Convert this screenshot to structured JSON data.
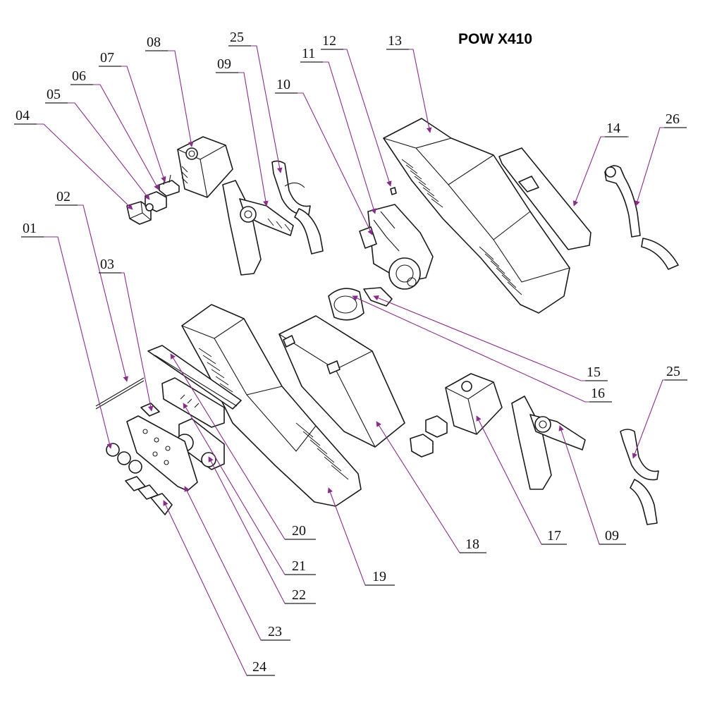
{
  "title": "POW X410",
  "callouts": [
    {
      "id": "c01",
      "label": "01"
    },
    {
      "id": "c02",
      "label": "02"
    },
    {
      "id": "c03",
      "label": "03"
    },
    {
      "id": "c04",
      "label": "04"
    },
    {
      "id": "c05",
      "label": "05"
    },
    {
      "id": "c06",
      "label": "06"
    },
    {
      "id": "c07",
      "label": "07"
    },
    {
      "id": "c08",
      "label": "08"
    },
    {
      "id": "c09a",
      "label": "09"
    },
    {
      "id": "c25a",
      "label": "25"
    },
    {
      "id": "c10",
      "label": "10"
    },
    {
      "id": "c11",
      "label": "11"
    },
    {
      "id": "c12",
      "label": "12"
    },
    {
      "id": "c13",
      "label": "13"
    },
    {
      "id": "c14",
      "label": "14"
    },
    {
      "id": "c26",
      "label": "26"
    },
    {
      "id": "c15",
      "label": "15"
    },
    {
      "id": "c16",
      "label": "16"
    },
    {
      "id": "c25b",
      "label": "25"
    },
    {
      "id": "c20",
      "label": "20"
    },
    {
      "id": "c21",
      "label": "21"
    },
    {
      "id": "c22",
      "label": "22"
    },
    {
      "id": "c23",
      "label": "23"
    },
    {
      "id": "c24",
      "label": "24"
    },
    {
      "id": "c19",
      "label": "19"
    },
    {
      "id": "c18",
      "label": "18"
    },
    {
      "id": "c17",
      "label": "17"
    },
    {
      "id": "c09b",
      "label": "09"
    }
  ],
  "icons": [
    "cable-clamp-icon",
    "hose-icon",
    "compressor-icon",
    "housing-icon",
    "battery-icon",
    "clamp-box-icon",
    "panel-icon"
  ]
}
